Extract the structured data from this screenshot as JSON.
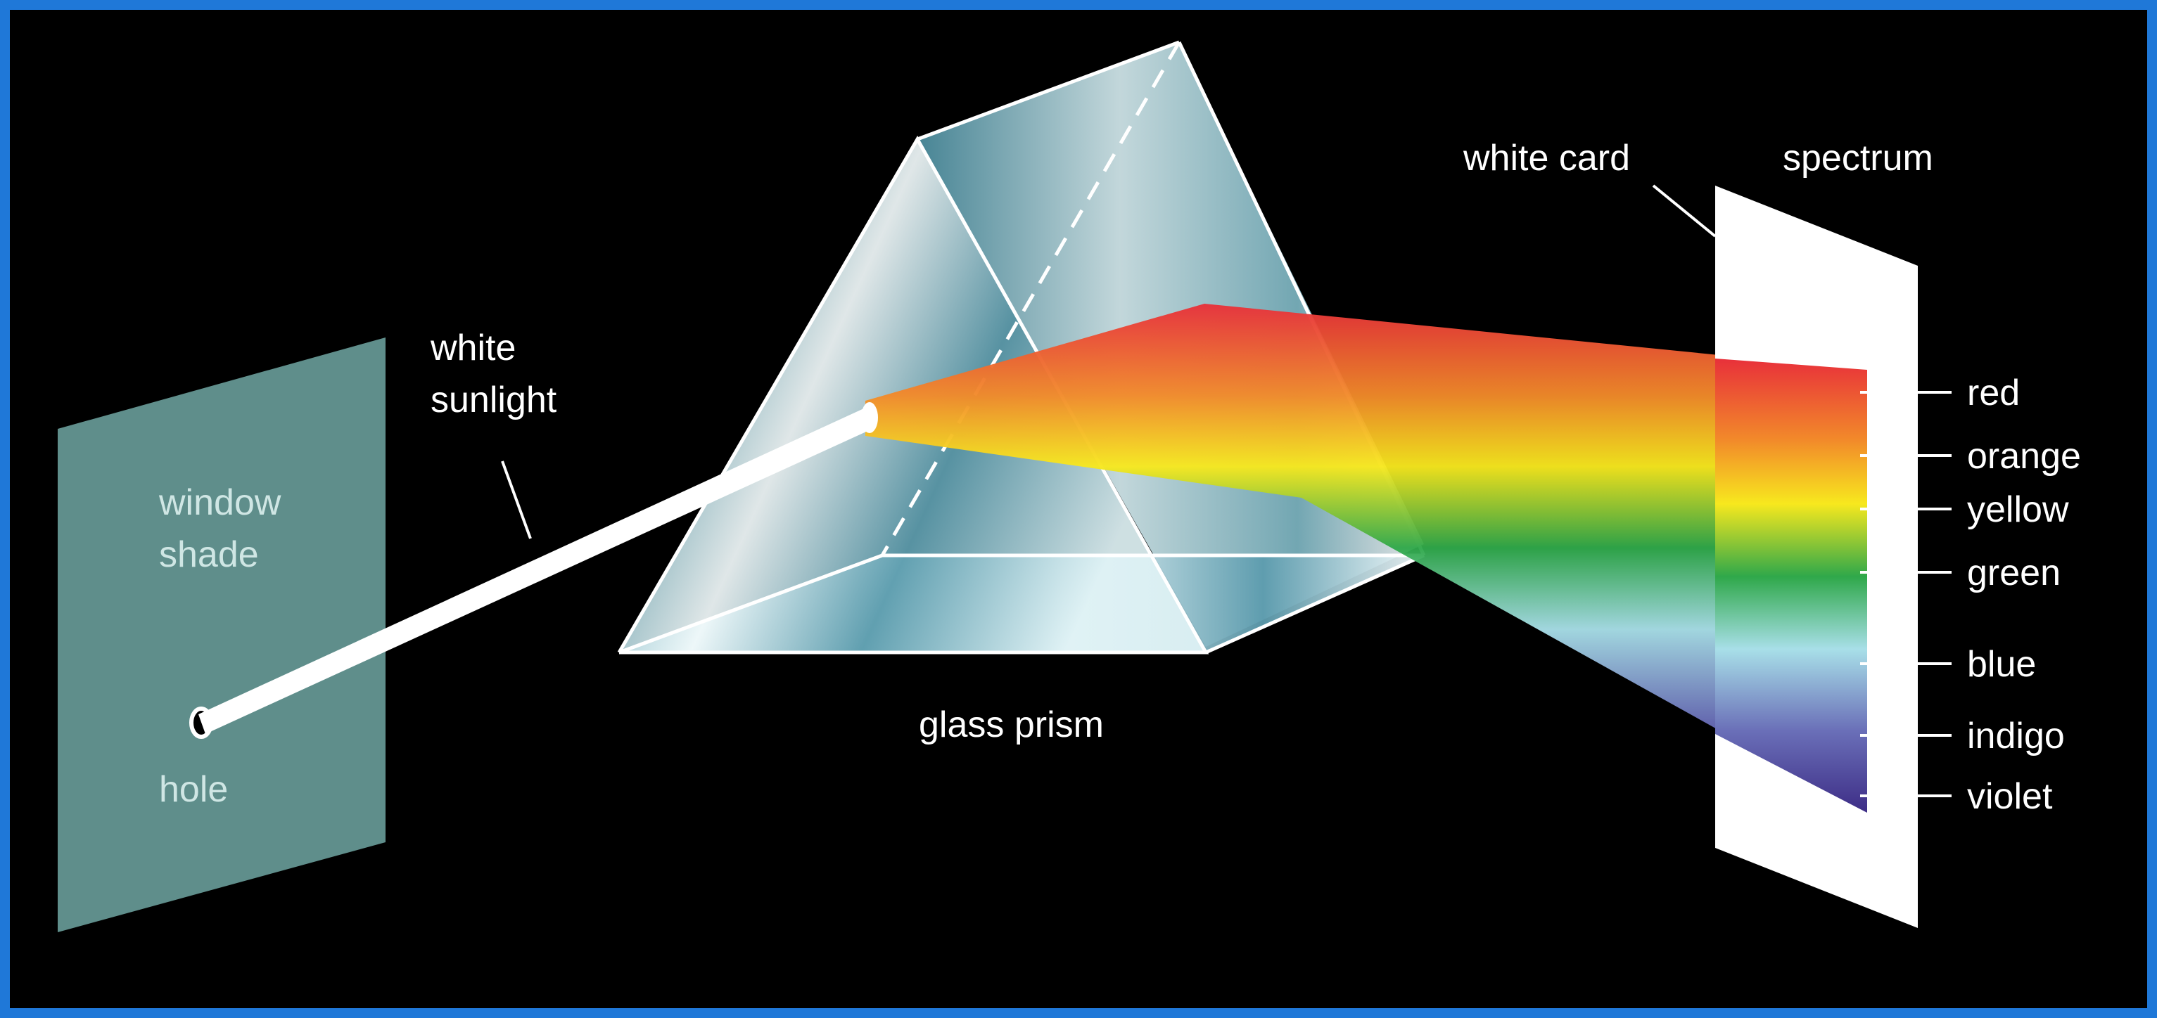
{
  "diagram": {
    "labels": {
      "window_shade": [
        "window",
        "shade"
      ],
      "hole": "hole",
      "white_sunlight": [
        "white",
        "sunlight"
      ],
      "glass_prism": "glass prism",
      "white_card": "white card",
      "spectrum": "spectrum"
    },
    "spectrum_colors": [
      {
        "name": "red",
        "hex": "#e8303a"
      },
      {
        "name": "orange",
        "hex": "#f7a021"
      },
      {
        "name": "yellow",
        "hex": "#f7e81e"
      },
      {
        "name": "green",
        "hex": "#2fa84a"
      },
      {
        "name": "blue",
        "hex": "#8fd2e0"
      },
      {
        "name": "indigo",
        "hex": "#6a6fb8"
      },
      {
        "name": "violet",
        "hex": "#3d2d86"
      }
    ],
    "colors": {
      "background": "#000000",
      "border": "#1f78d8",
      "shade": "#5f8e8b",
      "card": "#ffffff",
      "prism_glass": "#bfe3ea"
    }
  }
}
